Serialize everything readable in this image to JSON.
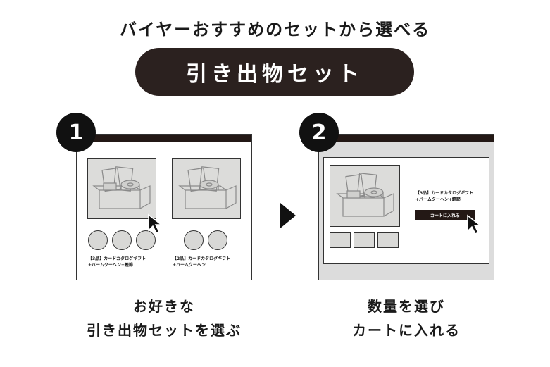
{
  "headline": "バイヤーおすすめのセットから選べる",
  "pill_label": "引き出物セット",
  "steps": [
    {
      "number": "1",
      "caption_line1": "お好きな",
      "caption_line2": "引き出物セットを選ぶ",
      "products": [
        {
          "title_line1": "【3品】カードカタログギフト",
          "title_line2": "+バームクーヘン+鰹節"
        },
        {
          "title_line1": "【2品】カードカタログギフト",
          "title_line2": "+バームクーヘン"
        }
      ]
    },
    {
      "number": "2",
      "caption_line1": "数量を選び",
      "caption_line2": "カートに入れる",
      "product_title_line1": "【3品】カードカタログギフト",
      "product_title_line2": "+バームクーヘン+鰹節",
      "cart_button_label": "カートに入れる"
    }
  ],
  "icons": {
    "arrow": "triangle-right-icon",
    "cursor": "mouse-cursor-icon",
    "product": "gift-box-icon"
  }
}
